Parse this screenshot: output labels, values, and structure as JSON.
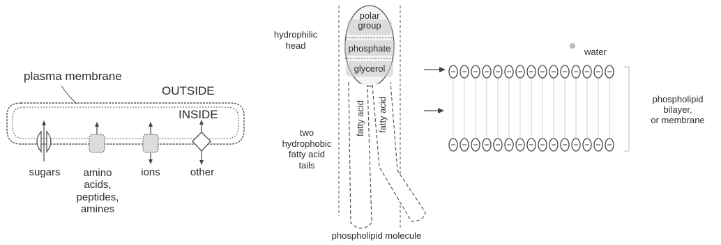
{
  "panel_cell": {
    "membrane_label": "plasma membrane",
    "outside_label": "OUTSIDE",
    "inside_label": "INSIDE",
    "transporters": [
      {
        "label": "sugars"
      },
      {
        "label": "amino\nacids,\npeptides,\namines"
      },
      {
        "label": "ions"
      },
      {
        "label": "other"
      }
    ]
  },
  "panel_molecule": {
    "head_parts": [
      "polar\ngroup",
      "phosphate",
      "glycerol"
    ],
    "head_label": "hydrophilic\nhead",
    "tails_label": "two\nhydrophobic\nfatty acid\ntails",
    "tail_text": "fatty acid",
    "caption": "phospholipid molecule"
  },
  "panel_bilayer": {
    "water_label": "water",
    "bilayer_label": "phospholipid\nbilayer,\nor membrane"
  }
}
